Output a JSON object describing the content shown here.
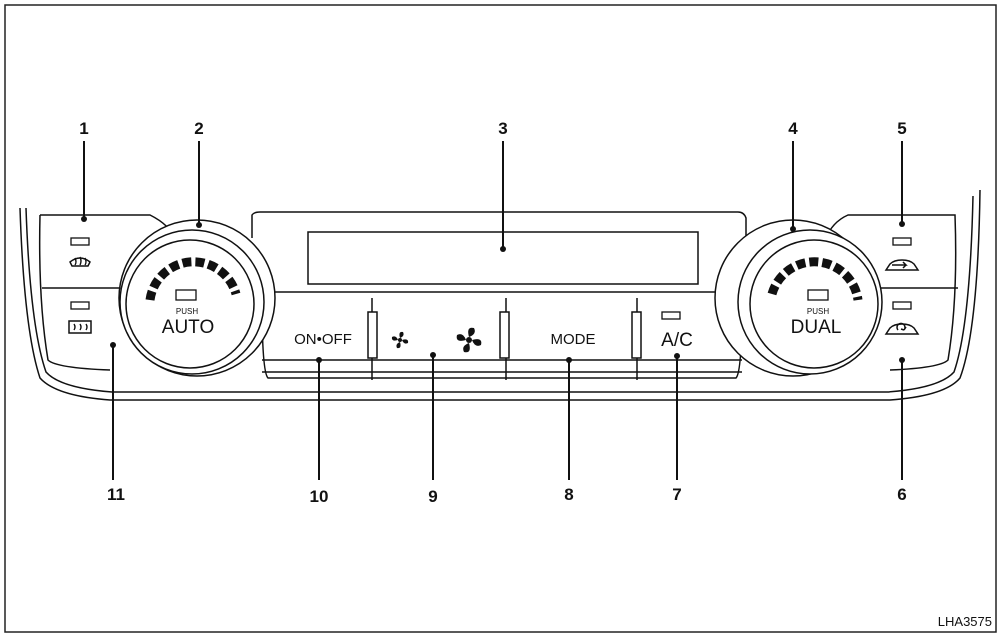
{
  "callouts": [
    "1",
    "2",
    "3",
    "4",
    "5",
    "6",
    "7",
    "8",
    "9",
    "10",
    "11"
  ],
  "buttons": {
    "push_left": "PUSH",
    "auto": "AUTO",
    "push_right": "PUSH",
    "dual": "DUAL",
    "on_off": "ON•OFF",
    "mode": "MODE",
    "ac": "A/C"
  },
  "figure_id": "LHA3575",
  "icons": [
    "front-defrost-icon",
    "rear-defrost-icon",
    "fan-low-icon",
    "fan-high-icon",
    "outside-air-icon",
    "recirculation-icon"
  ]
}
